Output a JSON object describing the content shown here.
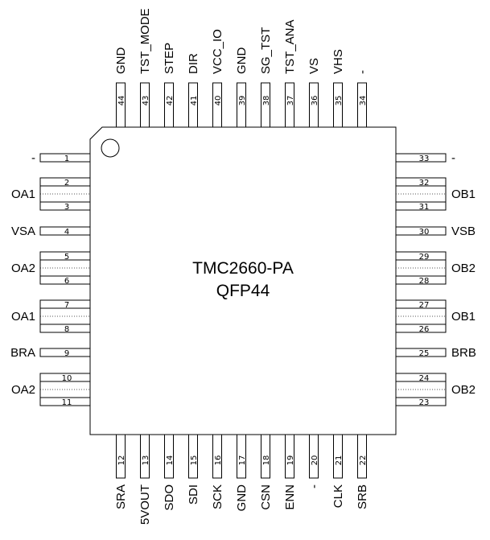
{
  "chip": {
    "name": "TMC2660-PA",
    "package": "QFP44"
  },
  "pins": {
    "left": [
      {
        "num": "1",
        "label": "-"
      },
      {
        "num": "2",
        "label": ""
      },
      {
        "num": "3",
        "label": ""
      },
      {
        "num": "4",
        "label": "VSA"
      },
      {
        "num": "5",
        "label": ""
      },
      {
        "num": "6",
        "label": ""
      },
      {
        "num": "7",
        "label": ""
      },
      {
        "num": "8",
        "label": ""
      },
      {
        "num": "9",
        "label": "BRA"
      },
      {
        "num": "10",
        "label": ""
      },
      {
        "num": "11",
        "label": ""
      }
    ],
    "left_groups": [
      {
        "label": "OA1",
        "pins": [
          "2",
          "3"
        ]
      },
      {
        "label": "OA2",
        "pins": [
          "5",
          "6"
        ]
      },
      {
        "label": "OA1",
        "pins": [
          "7",
          "8"
        ]
      },
      {
        "label": "OA2",
        "pins": [
          "10",
          "11"
        ]
      }
    ],
    "right": [
      {
        "num": "33",
        "label": "-"
      },
      {
        "num": "32",
        "label": ""
      },
      {
        "num": "31",
        "label": ""
      },
      {
        "num": "30",
        "label": "VSB"
      },
      {
        "num": "29",
        "label": ""
      },
      {
        "num": "28",
        "label": ""
      },
      {
        "num": "27",
        "label": ""
      },
      {
        "num": "26",
        "label": ""
      },
      {
        "num": "25",
        "label": "BRB"
      },
      {
        "num": "24",
        "label": ""
      },
      {
        "num": "23",
        "label": ""
      }
    ],
    "right_groups": [
      {
        "label": "OB1",
        "pins": [
          "32",
          "31"
        ]
      },
      {
        "label": "OB2",
        "pins": [
          "29",
          "28"
        ]
      },
      {
        "label": "OB1",
        "pins": [
          "27",
          "26"
        ]
      },
      {
        "label": "OB2",
        "pins": [
          "24",
          "23"
        ]
      }
    ],
    "top": [
      {
        "num": "44",
        "label": "GND"
      },
      {
        "num": "43",
        "label": "TST_MODE"
      },
      {
        "num": "42",
        "label": "STEP"
      },
      {
        "num": "41",
        "label": "DIR"
      },
      {
        "num": "40",
        "label": "VCC_IO"
      },
      {
        "num": "39",
        "label": "GND"
      },
      {
        "num": "38",
        "label": "SG_TST"
      },
      {
        "num": "37",
        "label": "TST_ANA"
      },
      {
        "num": "36",
        "label": "VS"
      },
      {
        "num": "35",
        "label": "VHS"
      },
      {
        "num": "34",
        "label": "-"
      }
    ],
    "bottom": [
      {
        "num": "12",
        "label": "SRA"
      },
      {
        "num": "13",
        "label": "5VOUT"
      },
      {
        "num": "14",
        "label": "SDO"
      },
      {
        "num": "15",
        "label": "SDI"
      },
      {
        "num": "16",
        "label": "SCK"
      },
      {
        "num": "17",
        "label": "GND"
      },
      {
        "num": "18",
        "label": "CSN"
      },
      {
        "num": "19",
        "label": "ENN"
      },
      {
        "num": "20",
        "label": "-"
      },
      {
        "num": "21",
        "label": "CLK"
      },
      {
        "num": "22",
        "label": "SRB"
      }
    ]
  }
}
